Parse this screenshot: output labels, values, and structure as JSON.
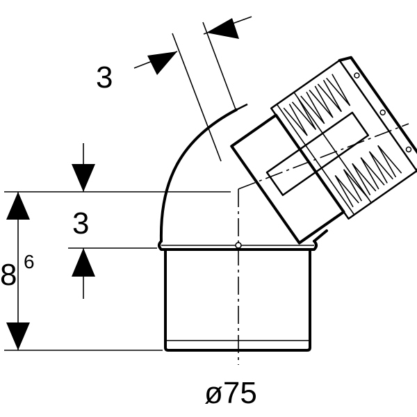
{
  "dimensions": {
    "top_offset": "3",
    "left_height": "3",
    "total_height_base": "8",
    "total_height_sup": "6",
    "diameter": "ø75"
  }
}
